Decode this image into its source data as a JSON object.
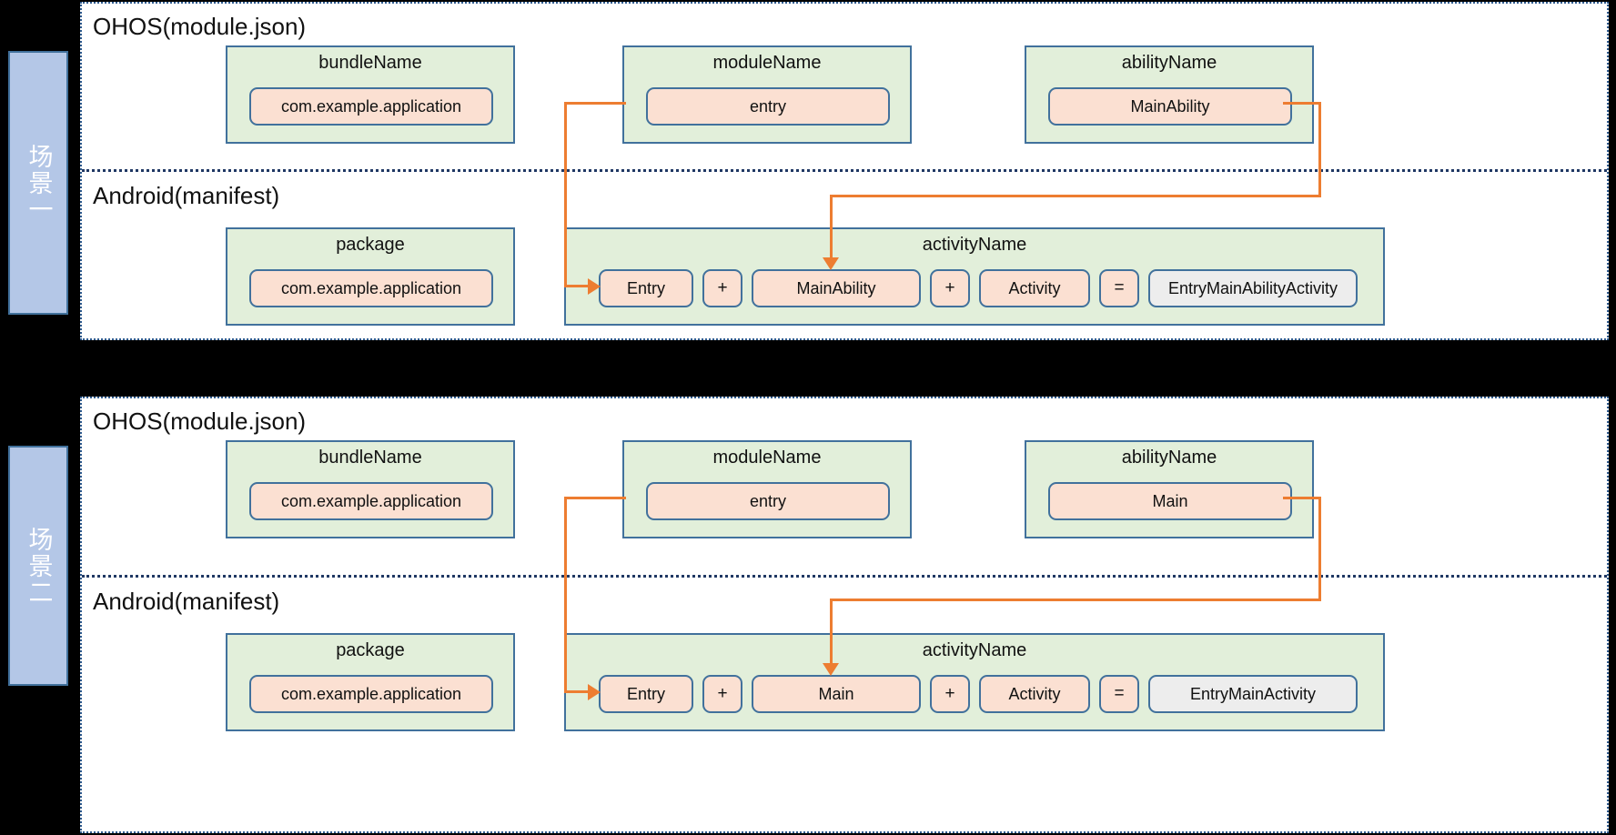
{
  "scenarios": [
    {
      "tab_label": "场景一",
      "ohos": {
        "title": "OHOS(module.json)",
        "groups": [
          {
            "label": "bundleName",
            "value": "com.example.application"
          },
          {
            "label": "moduleName",
            "value": "entry"
          },
          {
            "label": "abilityName",
            "value": "MainAbility"
          }
        ]
      },
      "android": {
        "title": "Android(manifest)",
        "package_group": {
          "label": "package",
          "value": "com.example.application"
        },
        "activity_group": {
          "label": "activityName",
          "tokens": [
            {
              "text": "Entry",
              "kind": "value"
            },
            {
              "text": "+",
              "kind": "op"
            },
            {
              "text": "MainAbility",
              "kind": "value"
            },
            {
              "text": "+",
              "kind": "op"
            },
            {
              "text": "Activity",
              "kind": "value"
            },
            {
              "text": "=",
              "kind": "op"
            },
            {
              "text": "EntryMainAbilityActivity",
              "kind": "result"
            }
          ]
        }
      }
    },
    {
      "tab_label": "场景二",
      "ohos": {
        "title": "OHOS(module.json)",
        "groups": [
          {
            "label": "bundleName",
            "value": "com.example.application"
          },
          {
            "label": "moduleName",
            "value": "entry"
          },
          {
            "label": "abilityName",
            "value": "Main"
          }
        ]
      },
      "android": {
        "title": "Android(manifest)",
        "package_group": {
          "label": "package",
          "value": "com.example.application"
        },
        "activity_group": {
          "label": "activityName",
          "tokens": [
            {
              "text": "Entry",
              "kind": "value"
            },
            {
              "text": "+",
              "kind": "op"
            },
            {
              "text": "Main",
              "kind": "value"
            },
            {
              "text": "+",
              "kind": "op"
            },
            {
              "text": "Activity",
              "kind": "value"
            },
            {
              "text": "=",
              "kind": "op"
            },
            {
              "text": "EntryMainActivity",
              "kind": "result"
            }
          ]
        }
      }
    }
  ],
  "colors": {
    "page_background": "#000000",
    "panel_background": "#ffffff",
    "tab_fill": "#b4c7e7",
    "group_fill": "#e2efda",
    "chip_fill": "#fbe0d2",
    "result_fill": "#ededed",
    "border_blue": "#41719c",
    "connector_orange": "#ed7d31",
    "divider_navy": "#203864"
  }
}
